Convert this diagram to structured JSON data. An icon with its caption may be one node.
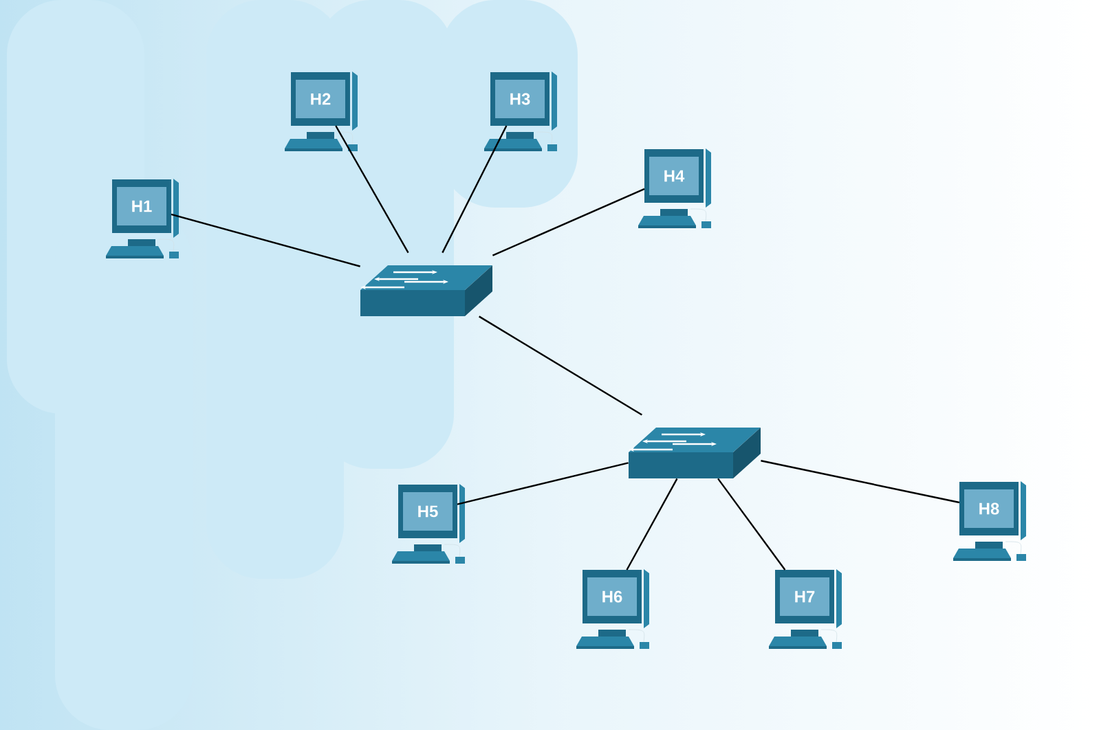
{
  "diagram": {
    "nodes": [
      {
        "text": [
          "H1"
        ]
      },
      {
        "text": [
          "H2"
        ]
      },
      {
        "text": [
          "H3"
        ]
      },
      {
        "text": [
          "H4"
        ]
      },
      {
        "text": [
          "H5"
        ]
      },
      {
        "text": [
          "H6"
        ]
      },
      {
        "text": [
          "H7"
        ]
      },
      {
        "text": [
          "H8"
        ]
      },
      {
        "text": [],
        "shape": "picture"
      },
      {
        "text": [],
        "shape": "picture"
      }
    ],
    "edges": [
      {
        "from": 0,
        "to": 8,
        "arrow": "none"
      },
      {
        "from": 1,
        "to": 8,
        "arrow": "none"
      },
      {
        "from": 2,
        "to": 8,
        "arrow": "none"
      },
      {
        "from": 3,
        "to": 8,
        "arrow": "none"
      },
      {
        "from": 8,
        "to": 9,
        "arrow": "none"
      },
      {
        "from": 4,
        "to": 9,
        "arrow": "none"
      },
      {
        "from": 5,
        "to": 9,
        "arrow": "none"
      },
      {
        "from": 6,
        "to": 9,
        "arrow": "none"
      },
      {
        "from": 7,
        "to": 9,
        "arrow": "none"
      }
    ]
  }
}
